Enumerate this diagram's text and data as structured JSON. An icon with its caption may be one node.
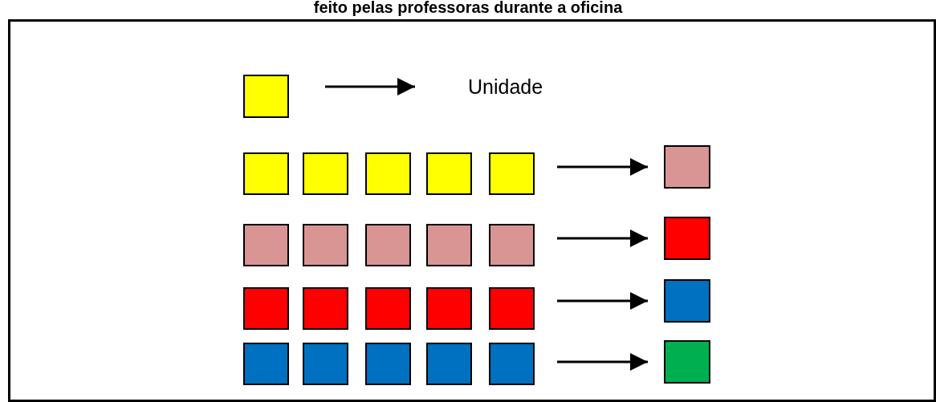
{
  "diagram": {
    "title": "feito pelas professoras durante a oficina",
    "nodes": [
      {
        "text": [],
        "shape": "box"
      },
      {
        "text": [
          "Unidade"
        ]
      },
      {
        "text": [],
        "shape": "box"
      },
      {
        "text": [],
        "shape": "box"
      },
      {
        "text": [],
        "shape": "box"
      },
      {
        "text": [],
        "shape": "box"
      },
      {
        "text": [],
        "shape": "box"
      },
      {
        "text": [],
        "shape": "box"
      },
      {
        "text": [],
        "shape": "box"
      },
      {
        "text": [],
        "shape": "box"
      },
      {
        "text": [],
        "shape": "box"
      },
      {
        "text": [],
        "shape": "box"
      },
      {
        "text": [],
        "shape": "box"
      },
      {
        "text": [],
        "shape": "box"
      },
      {
        "text": [],
        "shape": "box"
      },
      {
        "text": [],
        "shape": "box"
      },
      {
        "text": [],
        "shape": "box"
      },
      {
        "text": [],
        "shape": "box"
      },
      {
        "text": [],
        "shape": "box"
      },
      {
        "text": [],
        "shape": "box"
      },
      {
        "text": [],
        "shape": "box"
      },
      {
        "text": [],
        "shape": "box"
      },
      {
        "text": [],
        "shape": "box"
      },
      {
        "text": [],
        "shape": "box"
      },
      {
        "text": [],
        "shape": "box"
      },
      {
        "text": [],
        "shape": "box"
      }
    ],
    "edges": [
      {
        "from": 0,
        "to": 1,
        "arrow": "to"
      },
      {
        "from": 6,
        "to": 7,
        "arrow": "to"
      },
      {
        "from": 12,
        "to": 13,
        "arrow": "to"
      },
      {
        "from": 18,
        "to": 19,
        "arrow": "to"
      },
      {
        "from": 24,
        "to": 25,
        "arrow": "to"
      }
    ]
  }
}
